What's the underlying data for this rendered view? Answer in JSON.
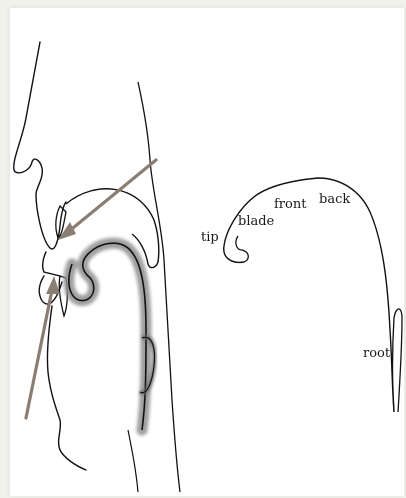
{
  "diagram": {
    "labels": {
      "tip": "tip",
      "blade": "blade",
      "front": "front",
      "back": "back",
      "root": "root"
    },
    "colors": {
      "outline": "#111111",
      "arrow": "#8a7d72",
      "tongue_shade": "#8f8f8f",
      "background": "#f1f2ec"
    }
  }
}
